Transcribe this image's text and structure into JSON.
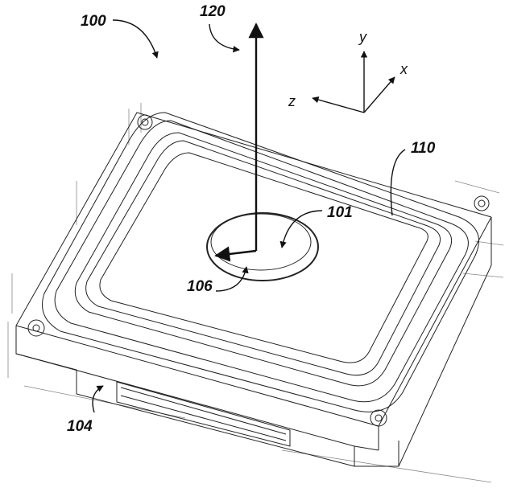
{
  "figure": {
    "labels": {
      "device": "100",
      "aperture": "101",
      "base": "104",
      "arrow": "106",
      "membrane": "110",
      "axis_normal": "120"
    },
    "axes": {
      "x": "x",
      "y": "y",
      "z": "z"
    }
  }
}
